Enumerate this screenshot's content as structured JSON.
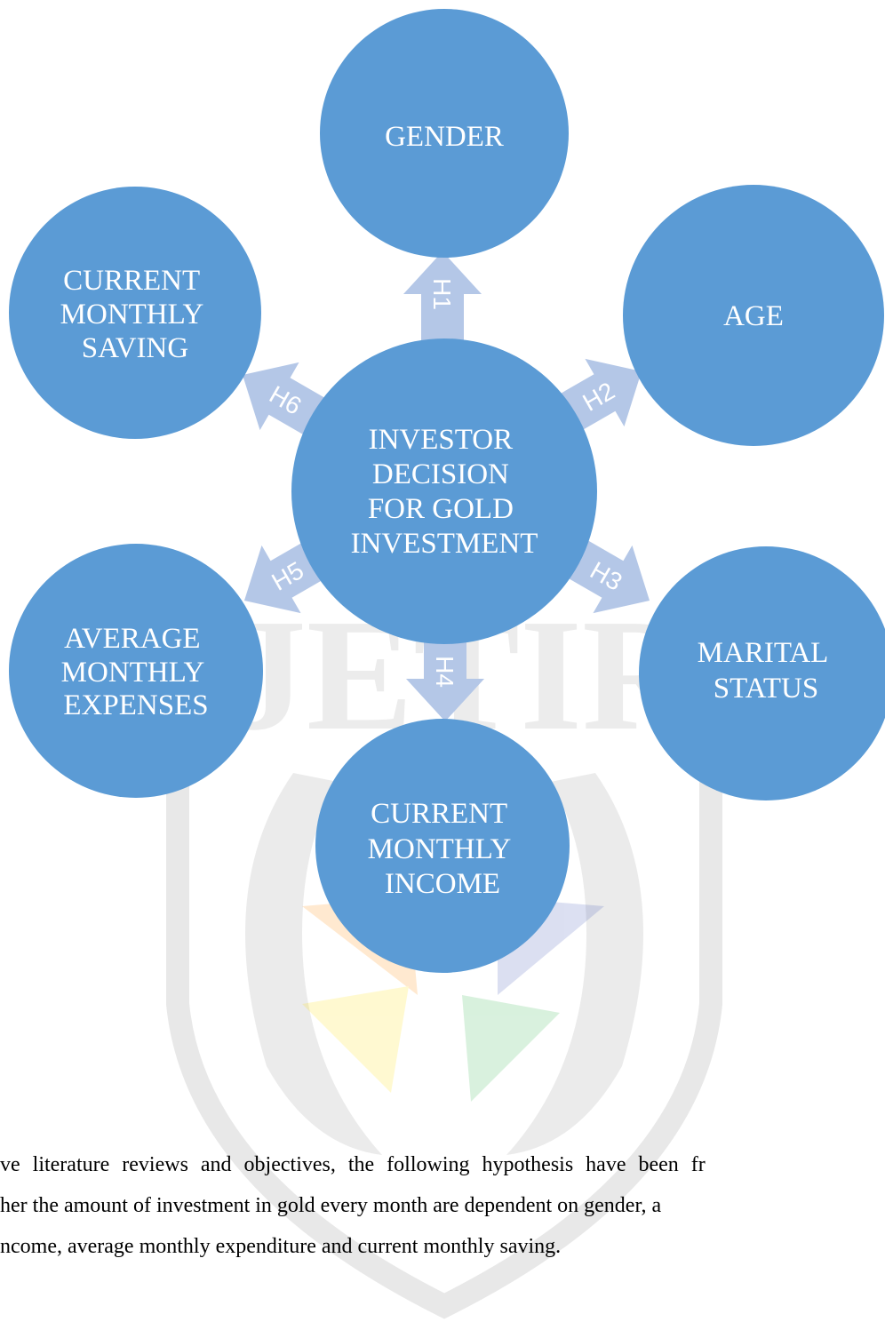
{
  "diagram": {
    "center": [
      "INVESTOR",
      "DECISION",
      "FOR GOLD",
      "INVESTMENT"
    ],
    "nodes": {
      "gender": [
        "GENDER"
      ],
      "age": [
        "AGE"
      ],
      "marital": [
        "MARITAL",
        "STATUS"
      ],
      "income": [
        "CURRENT",
        "MONTHLY",
        "INCOME"
      ],
      "expenses": [
        "AVERAGE",
        "MONTHLY",
        "EXPENSES"
      ],
      "saving": [
        "CURRENT",
        "MONTHLY",
        "SAVING"
      ]
    },
    "hypotheses": {
      "h1": "H1",
      "h2": "H2",
      "h3": "H3",
      "h4": "H4",
      "h5": "H5",
      "h6": "H6"
    }
  },
  "watermark": {
    "text": "JETIR"
  },
  "paragraph": {
    "line1": "ve literature reviews and objectives, the following hypothesis have been fr",
    "line2": "her the amount of investment in  gold every month are dependent on gender, a",
    "line3": "ncome,  average monthly expenditure and current monthly saving."
  },
  "colors": {
    "node": "#5b9bd5",
    "arrow": "#b4c7e7"
  }
}
